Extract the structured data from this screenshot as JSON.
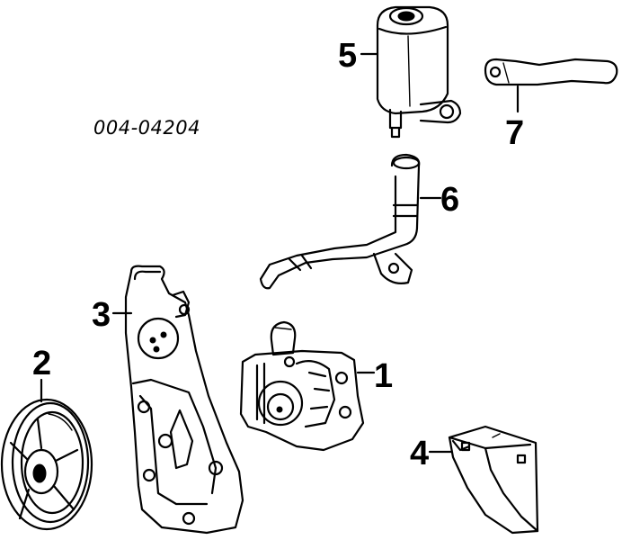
{
  "diagram": {
    "part_code": "004-04204",
    "callouts": [
      {
        "id": "1",
        "label": "1"
      },
      {
        "id": "2",
        "label": "2"
      },
      {
        "id": "3",
        "label": "3"
      },
      {
        "id": "4",
        "label": "4"
      },
      {
        "id": "5",
        "label": "5"
      },
      {
        "id": "6",
        "label": "6"
      },
      {
        "id": "7",
        "label": "7"
      }
    ]
  }
}
